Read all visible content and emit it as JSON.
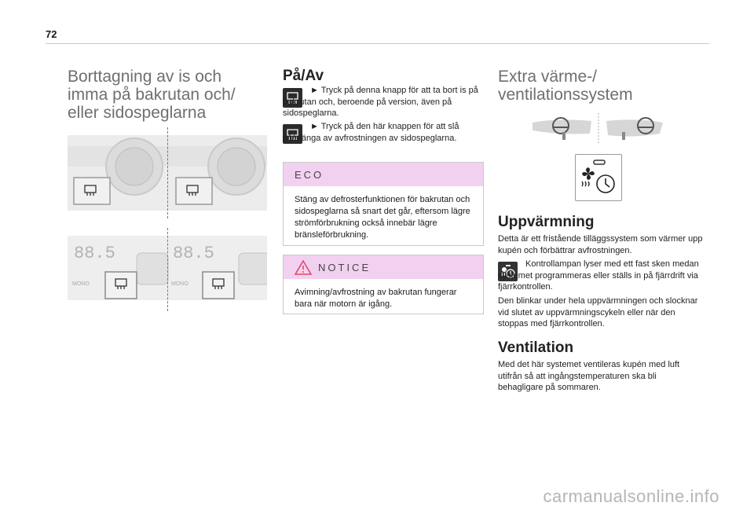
{
  "page_number": "72",
  "left": {
    "heading_lines": [
      "Borttagning av is och",
      "imma på bakrutan och/",
      "eller sidospeglarna"
    ],
    "photo_labels": {
      "display_a": "88.5",
      "display_b": "88.5",
      "mono_a": "MONO",
      "mono_b": "MONO"
    }
  },
  "middle": {
    "heading": "På/Av",
    "item1_text": "► Tryck på denna knapp för att ta bort is på bakrutan och, beroende på version, även på sidospeglarna.",
    "item2_text": "► Tryck på den här knappen för att slå på/stänga av avfrostningen av sidospeglarna.",
    "eco": {
      "title": "ECO",
      "body": "Stäng av defrosterfunktionen för bakrutan och sidospeglarna så snart det går, eftersom lägre strömförbrukning också innebär lägre bränsleförbrukning."
    },
    "notice": {
      "title": "NOTICE",
      "body": "Avimning/avfrostning av bakrutan fungerar bara när motorn är igång."
    }
  },
  "right": {
    "heading_lines": [
      "Extra värme-/",
      "ventilationssystem"
    ],
    "heating": {
      "heading": "Uppvärmning",
      "p1": "Detta är ett fristående tilläggssystem som värmer upp kupén och förbättrar avfrostningen.",
      "p2": "Kontrollampan lyser med ett fast sken medan systemet programmeras eller ställs in på fjärrdrift via fjärrkontrollen.",
      "p3": "Den blinkar under hela uppvärmningen och slocknar vid slutet av uppvärmningscykeln eller när den stoppas med fjärrkontrollen."
    },
    "ventilation": {
      "heading": "Ventilation",
      "p1": "Med det här systemet ventileras kupén med luft utifrån så att ingångstemperaturen ska bli behagligare på sommaren."
    }
  },
  "watermark": "carmanualsonline.info"
}
